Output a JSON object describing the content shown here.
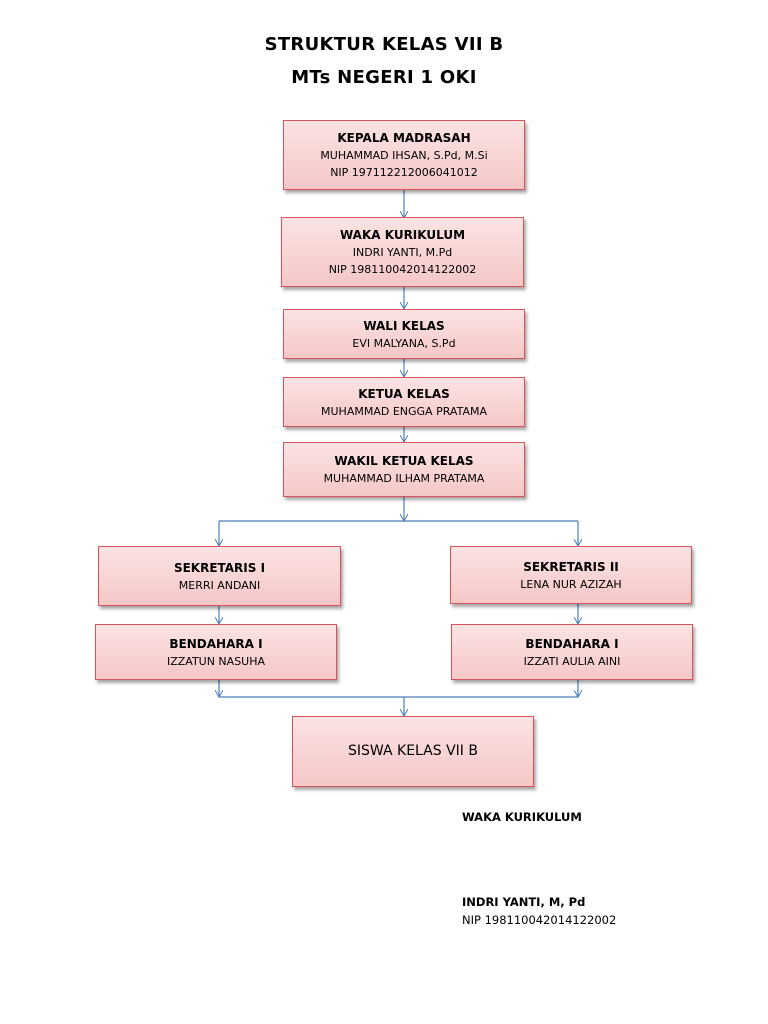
{
  "title": {
    "line1": "STRUKTUR KELAS VII B",
    "line2": "MTs NEGERI 1 OKI"
  },
  "nodes": {
    "kepala": {
      "role": "KEPALA MADRASAH",
      "name": "MUHAMMAD IHSAN, S.Pd, M.Si",
      "nip": "NIP 197112212006041012"
    },
    "waka": {
      "role": "WAKA KURIKULUM",
      "name": "INDRI YANTI, M.Pd",
      "nip": "NIP 198110042014122002"
    },
    "wali": {
      "role": "WALI KELAS",
      "name": "EVI MALYANA, S.Pd"
    },
    "ketua": {
      "role": "KETUA KELAS",
      "name": "MUHAMMAD ENGGA PRATAMA"
    },
    "wakil": {
      "role": "WAKIL KETUA KELAS",
      "name": "MUHAMMAD ILHAM PRATAMA"
    },
    "sekretaris1": {
      "role": "SEKRETARIS I",
      "name": "MERRI ANDANI"
    },
    "sekretaris2": {
      "role": "SEKRETARIS II",
      "name": "LENA NUR AZIZAH"
    },
    "bendahara1": {
      "role": "BENDAHARA I",
      "name": "IZZATUN NASUHA"
    },
    "bendahara2": {
      "role": "BENDAHARA I",
      "name": "IZZATI AULIA AINI"
    },
    "siswa": {
      "label": "SISWA KELAS VII B"
    }
  },
  "signature": {
    "position": "WAKA KURIKULUM",
    "name": "INDRI YANTI, M, Pd",
    "nip": "NIP 198110042014122002"
  },
  "colors": {
    "box_fill": "#f6c7c7",
    "box_border": "#d9535a",
    "connector": "#4a7ebb"
  }
}
